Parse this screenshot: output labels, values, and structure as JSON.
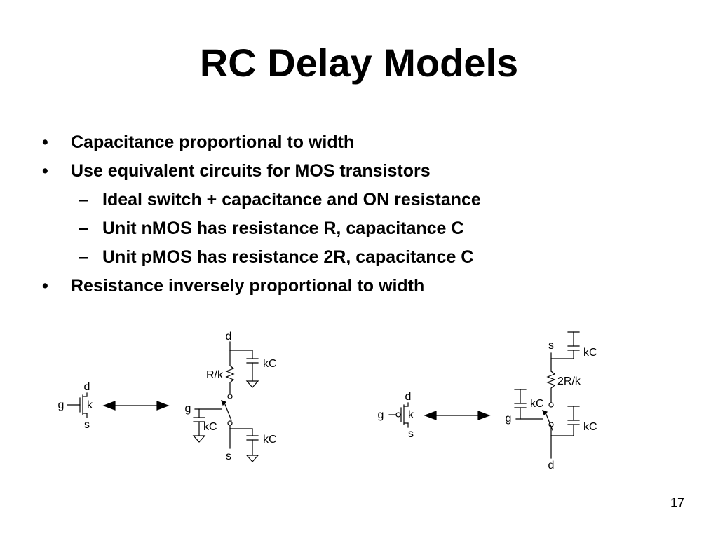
{
  "slide": {
    "title": "RC Delay Models",
    "bullets": [
      {
        "level": 1,
        "marker": "•",
        "text": "Capacitance proportional to width"
      },
      {
        "level": 1,
        "marker": "•",
        "text": "Use equivalent circuits for MOS transistors"
      },
      {
        "level": 2,
        "marker": "–",
        "text": "Ideal switch + capacitance and ON resistance"
      },
      {
        "level": 2,
        "marker": "–",
        "text": "Unit nMOS has resistance R, capacitance C"
      },
      {
        "level": 2,
        "marker": "–",
        "text": "Unit pMOS has resistance 2R, capacitance C"
      },
      {
        "level": 1,
        "marker": "•",
        "text": "Resistance inversely proportional to width"
      }
    ],
    "page_number": "17"
  },
  "diagrams": {
    "nmos": {
      "symbol_labels": {
        "drain": "d",
        "gate": "g",
        "width": "k",
        "source": "s"
      },
      "equivalent_labels": {
        "drain": "d",
        "resistance": "R/k",
        "drain_cap": "kC",
        "gate": "g",
        "gate_cap": "kC",
        "source_cap": "kC",
        "source": "s"
      }
    },
    "pmos": {
      "symbol_labels": {
        "drain": "d",
        "gate": "g",
        "width": "k",
        "source": "s"
      },
      "equivalent_labels": {
        "source": "s",
        "source_cap": "kC",
        "resistance": "2R/k",
        "gate_cap": "kC",
        "gate": "g",
        "drain_cap": "kC",
        "drain": "d"
      }
    }
  }
}
